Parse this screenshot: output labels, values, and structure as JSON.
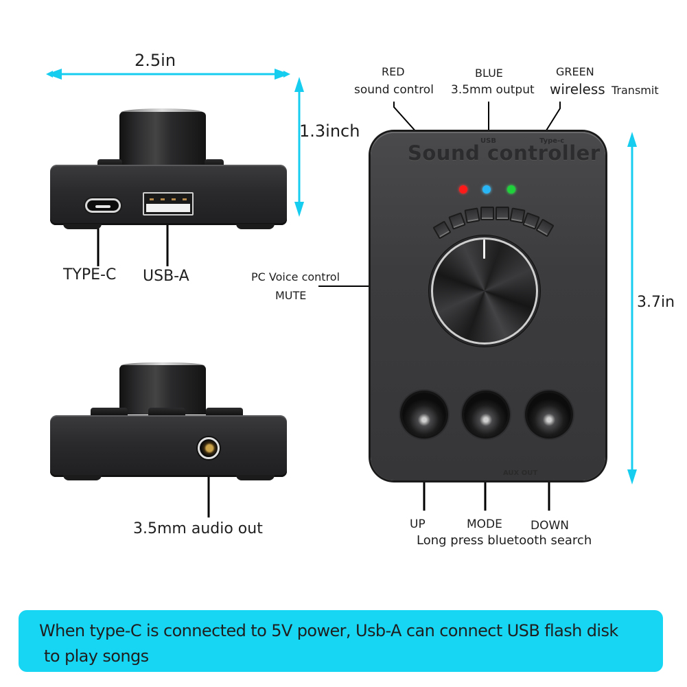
{
  "colors": {
    "dimension_arrow": "#16cdf0",
    "banner_bg": "#16d6f3",
    "led_red": "#ff1a1a",
    "led_blue": "#29b6f6",
    "led_green": "#1fd13a",
    "device_body": "#3c3c3e"
  },
  "dimensions": {
    "width": "2.5in",
    "depth": "1.3inch",
    "height": "3.7in"
  },
  "side_view_top": {
    "ports": [
      {
        "label": "TYPE-C",
        "icon": "usb-c-port-icon"
      },
      {
        "label": "USB-A",
        "icon": "usb-a-port-icon"
      }
    ]
  },
  "side_view_bottom": {
    "ports": [
      {
        "label": "3.5mm audio out",
        "icon": "audio-jack-icon"
      }
    ]
  },
  "front_panel": {
    "title": "Sound controller",
    "label_usb": "USB",
    "label_typec": "Type-c",
    "label_aux": "AUX OUT",
    "level_segments": 8
  },
  "callouts": {
    "red": {
      "title": "RED",
      "desc": "sound control"
    },
    "blue": {
      "title": "BLUE",
      "desc": "3.5mm output"
    },
    "green": {
      "title": "GREEN",
      "desc_main": "wireless",
      "desc_extra": "Transmit"
    },
    "knob": {
      "line1": "PC Voice control",
      "line2": "MUTE"
    },
    "buttons": {
      "up": "UP",
      "mode": "MODE",
      "down": "DOWN",
      "mode_note": "Long press bluetooth search"
    }
  },
  "banner": {
    "text_line1": "When type-C is connected to 5V power, Usb-A can connect USB flash disk",
    "text_line2": " to play songs"
  }
}
